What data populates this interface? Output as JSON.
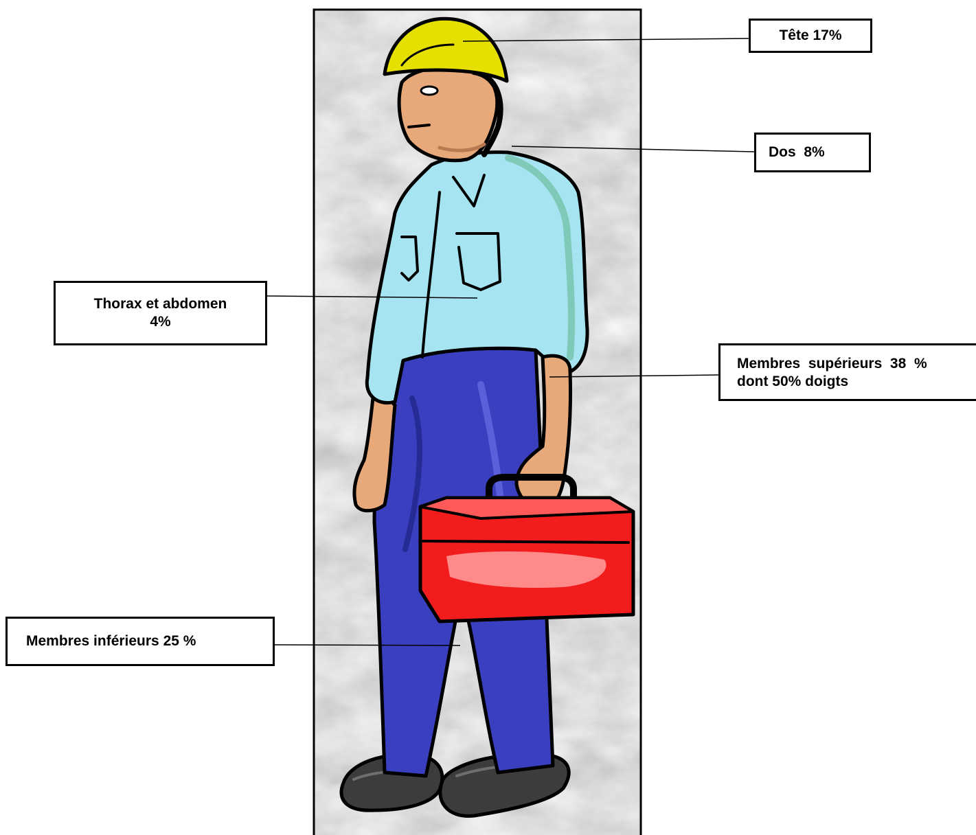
{
  "labels": {
    "head": "Tête 17%",
    "back": "Dos  8%",
    "thorax_line1": "Thorax et abdomen",
    "thorax_line2": "4%",
    "upper_limbs_line1": "Membres  supérieurs  38  %",
    "upper_limbs_line2": "dont 50% doigts",
    "lower_limbs": "Membres inférieurs 25 %"
  },
  "colors": {
    "helmet": "#e6e000",
    "skin": "#e8a97a",
    "shirt": "#a6e4f2",
    "trousers": "#3a3fbf",
    "toolbox": "#f21c1c",
    "boots": "#3c3c3c",
    "background_texture": "#d6d6d6"
  }
}
